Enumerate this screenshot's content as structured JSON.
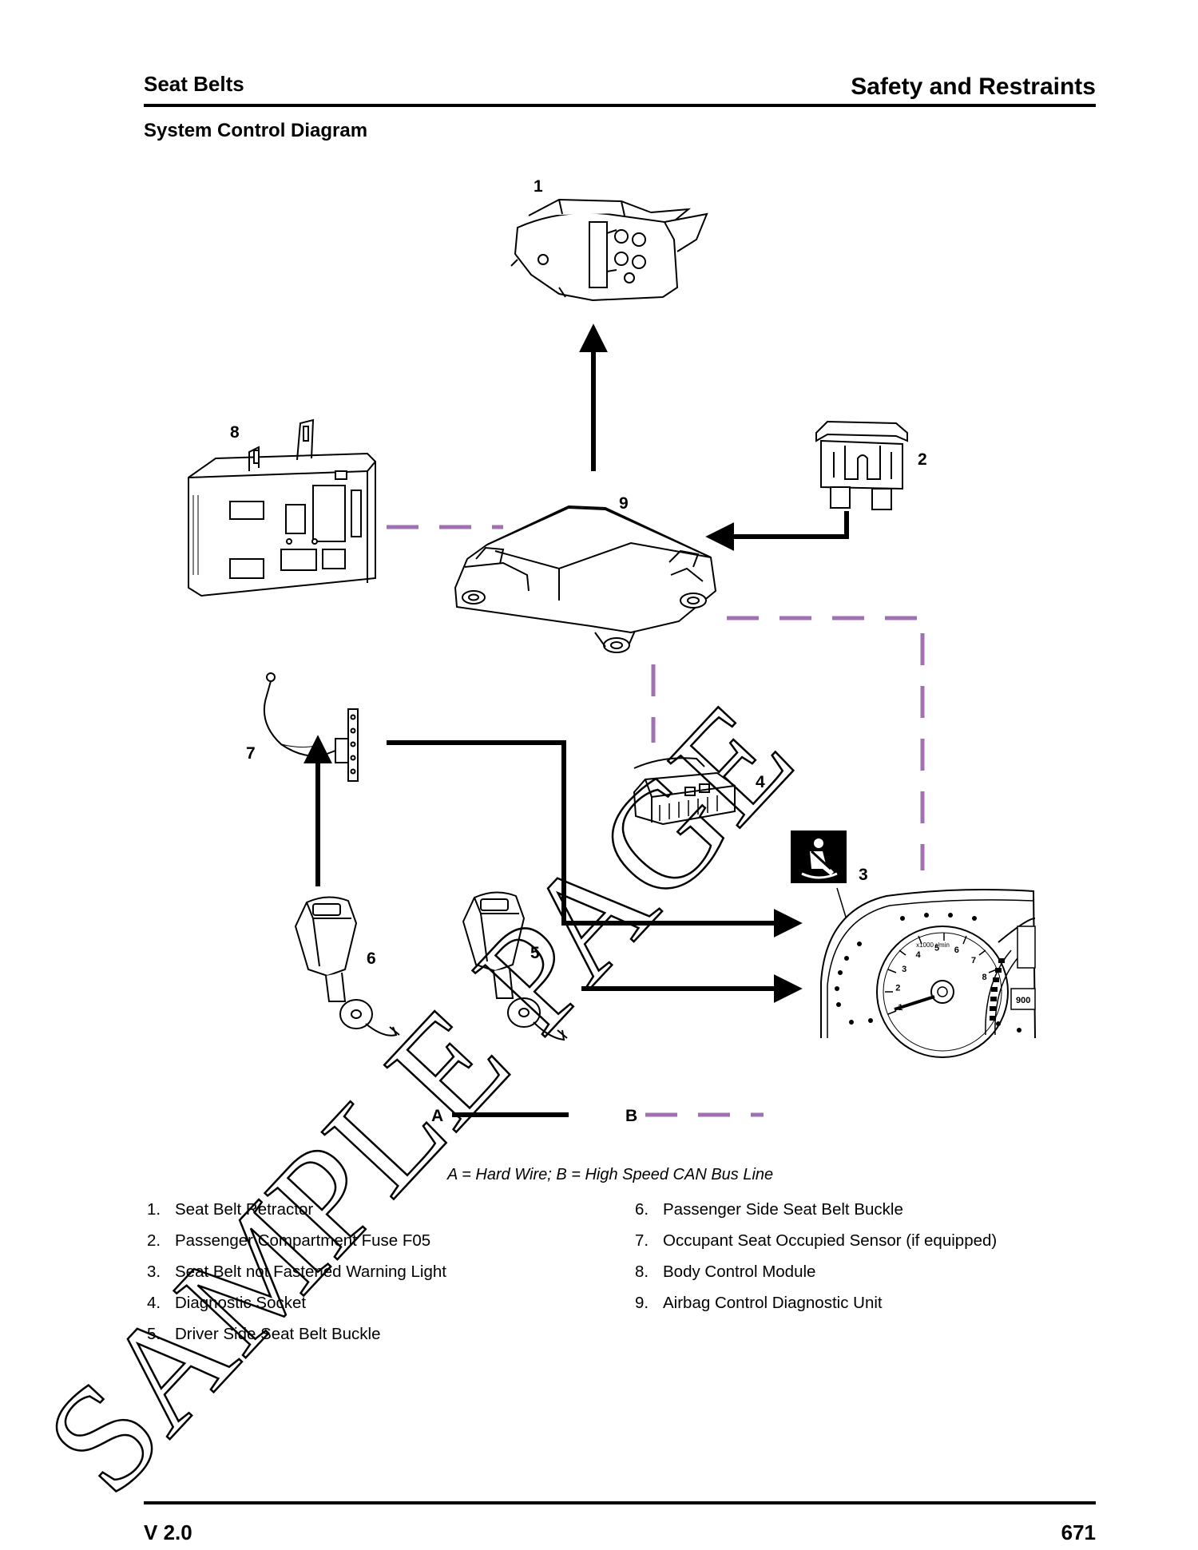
{
  "header": {
    "section": "Seat Belts",
    "chapter": "Safety and Restraints",
    "subsection": "System Control Diagram"
  },
  "diagram": {
    "callouts": [
      "1",
      "2",
      "3",
      "4",
      "5",
      "6",
      "7",
      "8",
      "9"
    ],
    "line_key": {
      "a_label": "A",
      "b_label": "B",
      "hard_wire_color": "#000000",
      "can_bus_color": "#a070b0"
    },
    "caption": "A = Hard Wire; B = High Speed CAN Bus Line",
    "cluster_readouts": {
      "odometer": "900",
      "rpm_label": "x1000 r/min",
      "rpm_ticks": [
        "1",
        "2",
        "3",
        "4",
        "5",
        "6",
        "7",
        "8"
      ]
    }
  },
  "legend": {
    "left": [
      {
        "num": "1.",
        "label": "Seat Belt Retractor"
      },
      {
        "num": "2.",
        "label": "Passenger Compartment Fuse F05"
      },
      {
        "num": "3.",
        "label": "Seat Belt not Fastened Warning Light"
      },
      {
        "num": "4.",
        "label": "Diagnostic Socket"
      },
      {
        "num": "5.",
        "label": "Driver Side Seat Belt Buckle"
      }
    ],
    "right": [
      {
        "num": "6.",
        "label": "Passenger Side Seat Belt Buckle"
      },
      {
        "num": "7.",
        "label": "Occupant Seat Occupied Sensor (if equipped)"
      },
      {
        "num": "8.",
        "label": "Body Control Module"
      },
      {
        "num": "9.",
        "label": "Airbag Control Diagnostic Unit"
      }
    ]
  },
  "footer": {
    "version": "V 2.0",
    "page_number": "671"
  },
  "watermark": {
    "text": "SAMPLE PAGE"
  }
}
